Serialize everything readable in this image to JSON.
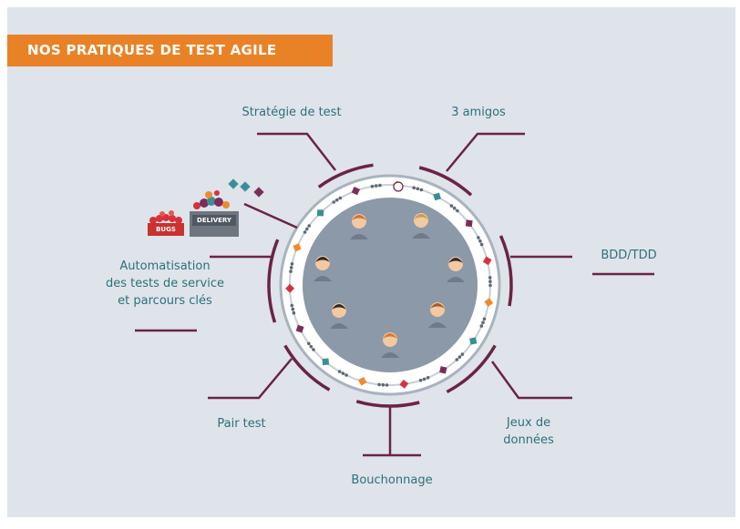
{
  "title": "NOS PRATIQUES DE TEST AGILE",
  "practices": [
    {
      "key": "strategie",
      "label": "Stratégie de test"
    },
    {
      "key": "amigos",
      "label": "3 amigos"
    },
    {
      "key": "bdd",
      "label": "BDD/TDD"
    },
    {
      "key": "jeux",
      "label": "Jeux de\ndonnées"
    },
    {
      "key": "bouchonnage",
      "label": "Bouchonnage"
    },
    {
      "key": "pair",
      "label": "Pair test"
    },
    {
      "key": "automatisation",
      "label": "Automatisation\ndes tests de service\net parcours clés"
    }
  ],
  "logos": {
    "left": "BUGS",
    "right": "DELIVERY"
  },
  "colors": {
    "background": "#ffffff",
    "panel": "#dee4ea",
    "banner": "#e98226",
    "label_text": "#2f6f7a",
    "connector": "#6b2346",
    "inner_circle": "#8c99a8",
    "ring_fill": "#ffffff",
    "ring_border": "#a9b3be",
    "accent_orange": "#f08a2a",
    "accent_teal": "#3b8e97",
    "accent_plum": "#7b2d5a",
    "accent_red": "#d6323a"
  },
  "team_icons": [
    "person-icon-1",
    "person-icon-2",
    "person-icon-3",
    "person-icon-4",
    "person-icon-5",
    "person-icon-6",
    "person-icon-7"
  ]
}
